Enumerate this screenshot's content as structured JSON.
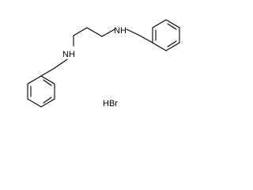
{
  "molecule": {
    "atoms": {
      "amine_top": "NH",
      "amine_bottom": "NH"
    },
    "salt": "HBr"
  }
}
